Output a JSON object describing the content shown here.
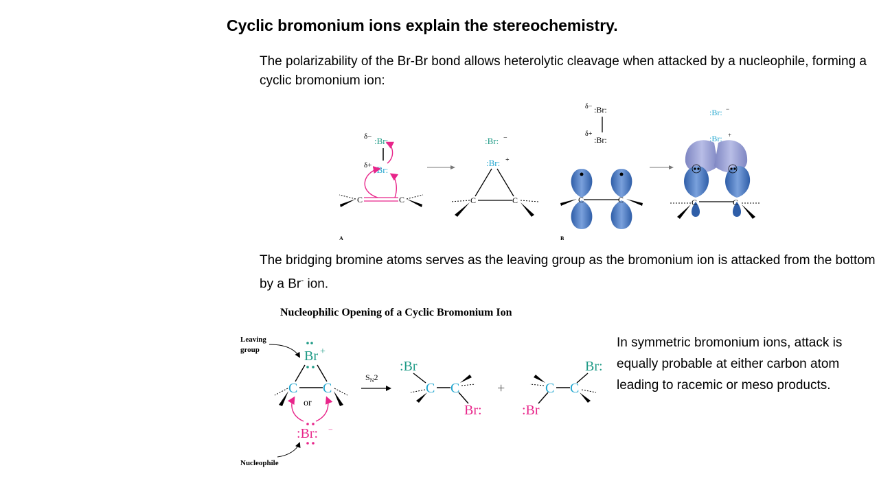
{
  "slide": {
    "title": "Cyclic bromonium ions explain the stereochemistry.",
    "para1": "The polarizability of the Br-Br bond allows heterolytic cleavage when attacked by a nucleophile, forming a cyclic bromonium ion:",
    "para2_pre": "The bridging bromine atoms serves as the leaving group as the bromonium ion is attacked from the bottom by a Br",
    "para2_sup": "-",
    "para2_post": " ion.",
    "para3": "In symmetric bromonium ions, attack is equally probable at either carbon atom leading to racemic or meso products."
  },
  "top_figure": {
    "label_a": "A",
    "label_b": "B",
    "delta_minus": "δ−",
    "delta_plus": "δ+",
    "br": ":Br:",
    "c": "C",
    "minus": "−",
    "plus": "+"
  },
  "bottom_figure": {
    "caption": "Nucleophilic Opening of a Cyclic Bromonium Ion",
    "leaving_group_l1": "Leaving",
    "leaving_group_l2": "group",
    "br_plus": "Br",
    "plus": "+",
    "c": "C",
    "or": "or",
    "nucleophile_br": ":Br:",
    "minus": "−",
    "nucleophile": "Nucleophile",
    "sn2": "S",
    "sn2_sub": "N",
    "sn2_num": "2",
    "br_left": ":Br",
    "br_right": "Br:",
    "plus_sign": "+"
  },
  "colors": {
    "teal": "#1e9a86",
    "cyan": "#22a6cf",
    "magenta": "#e8258a",
    "orbital_blue": "#3f6fb5",
    "orbital_lavender": "#8d95cc"
  }
}
